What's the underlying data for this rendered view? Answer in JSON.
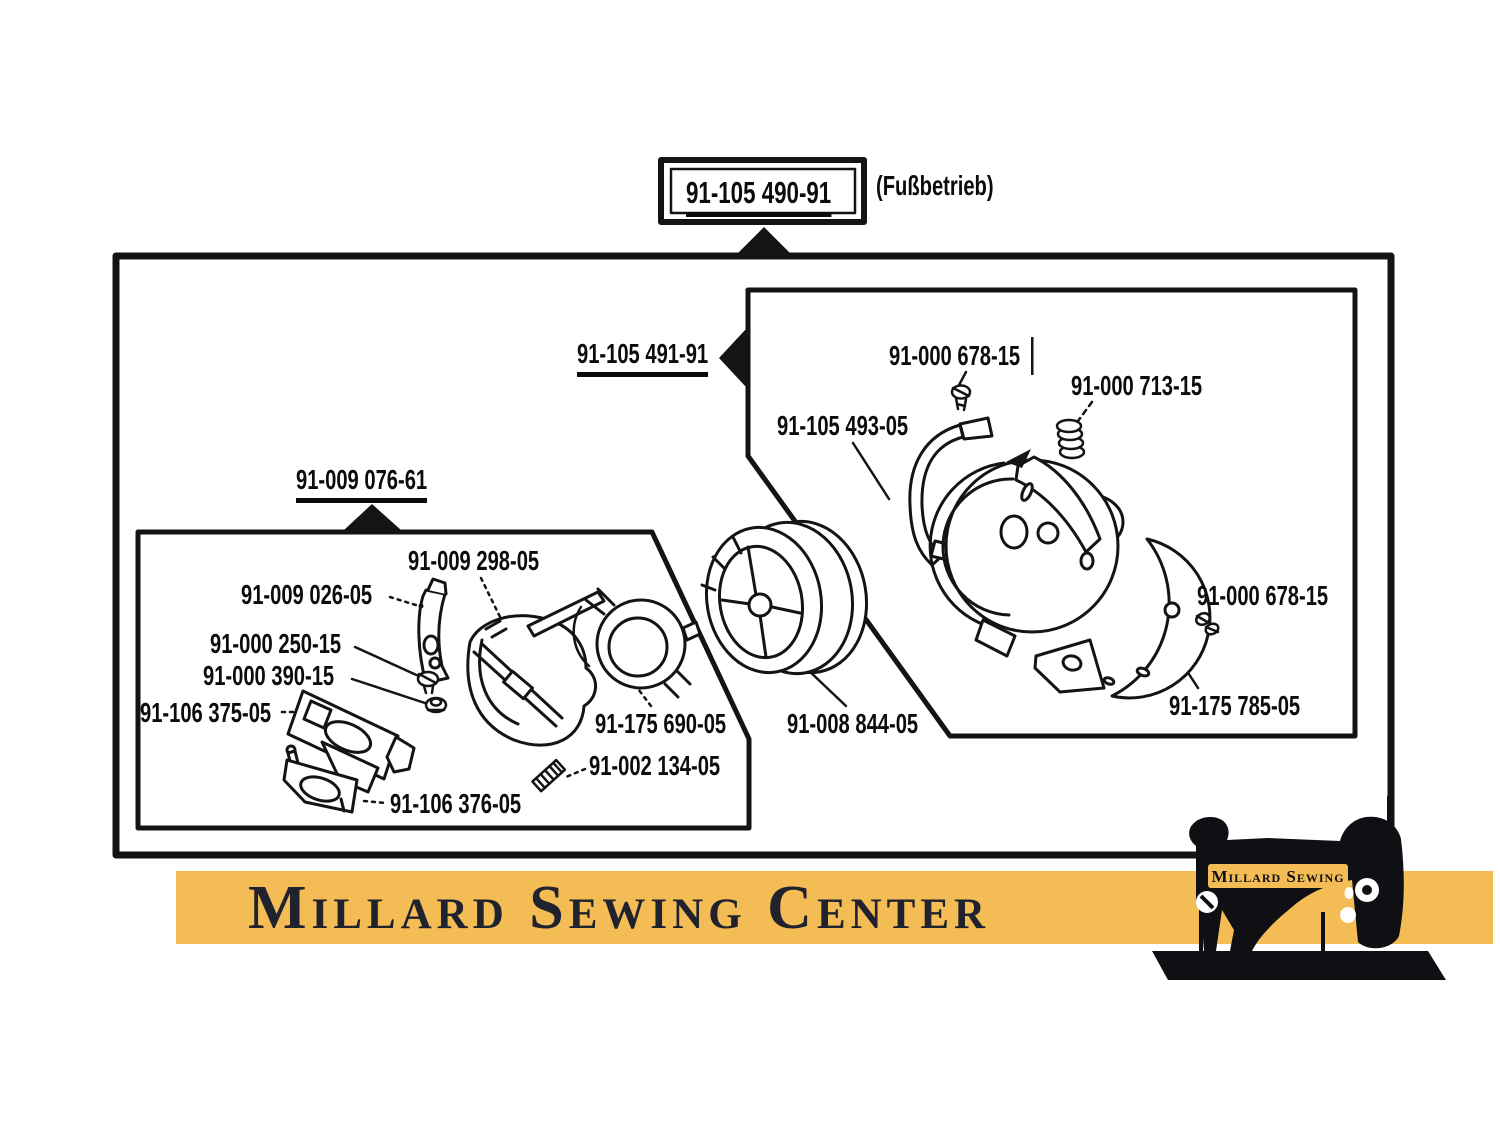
{
  "labels": {
    "assembly": "91-105 490-91",
    "assembly_note": "(Fußbetrieb)",
    "subassembly_right": "91-105 491-91",
    "screw_top": "91-000 678-15",
    "pressure_spring": "91-000 713-15",
    "retaining_spring": "91-105 493-05",
    "subassembly_left": "91-009 076-61",
    "needle_guard": "91-009 298-05",
    "position_finger": "91-009 026-05",
    "screw_small": "91-000 250-15",
    "nut": "91-000 390-15",
    "latch_plate": "91-106 375-05",
    "latch_cover": "91-106 376-05",
    "position_bracket": "91-175 690-05",
    "stud_screw": "91-002 134-05",
    "race_body": "91-008 844-05",
    "screw_right": "91-000 678-15",
    "hook_gib": "91-175 785-05"
  },
  "footer": {
    "banner_text": "Millard Sewing Center",
    "logo_text": "Millard Sewing",
    "banner_color": "#F4BC55",
    "banner_text_color": "#20222E",
    "line_color": "#141414"
  }
}
